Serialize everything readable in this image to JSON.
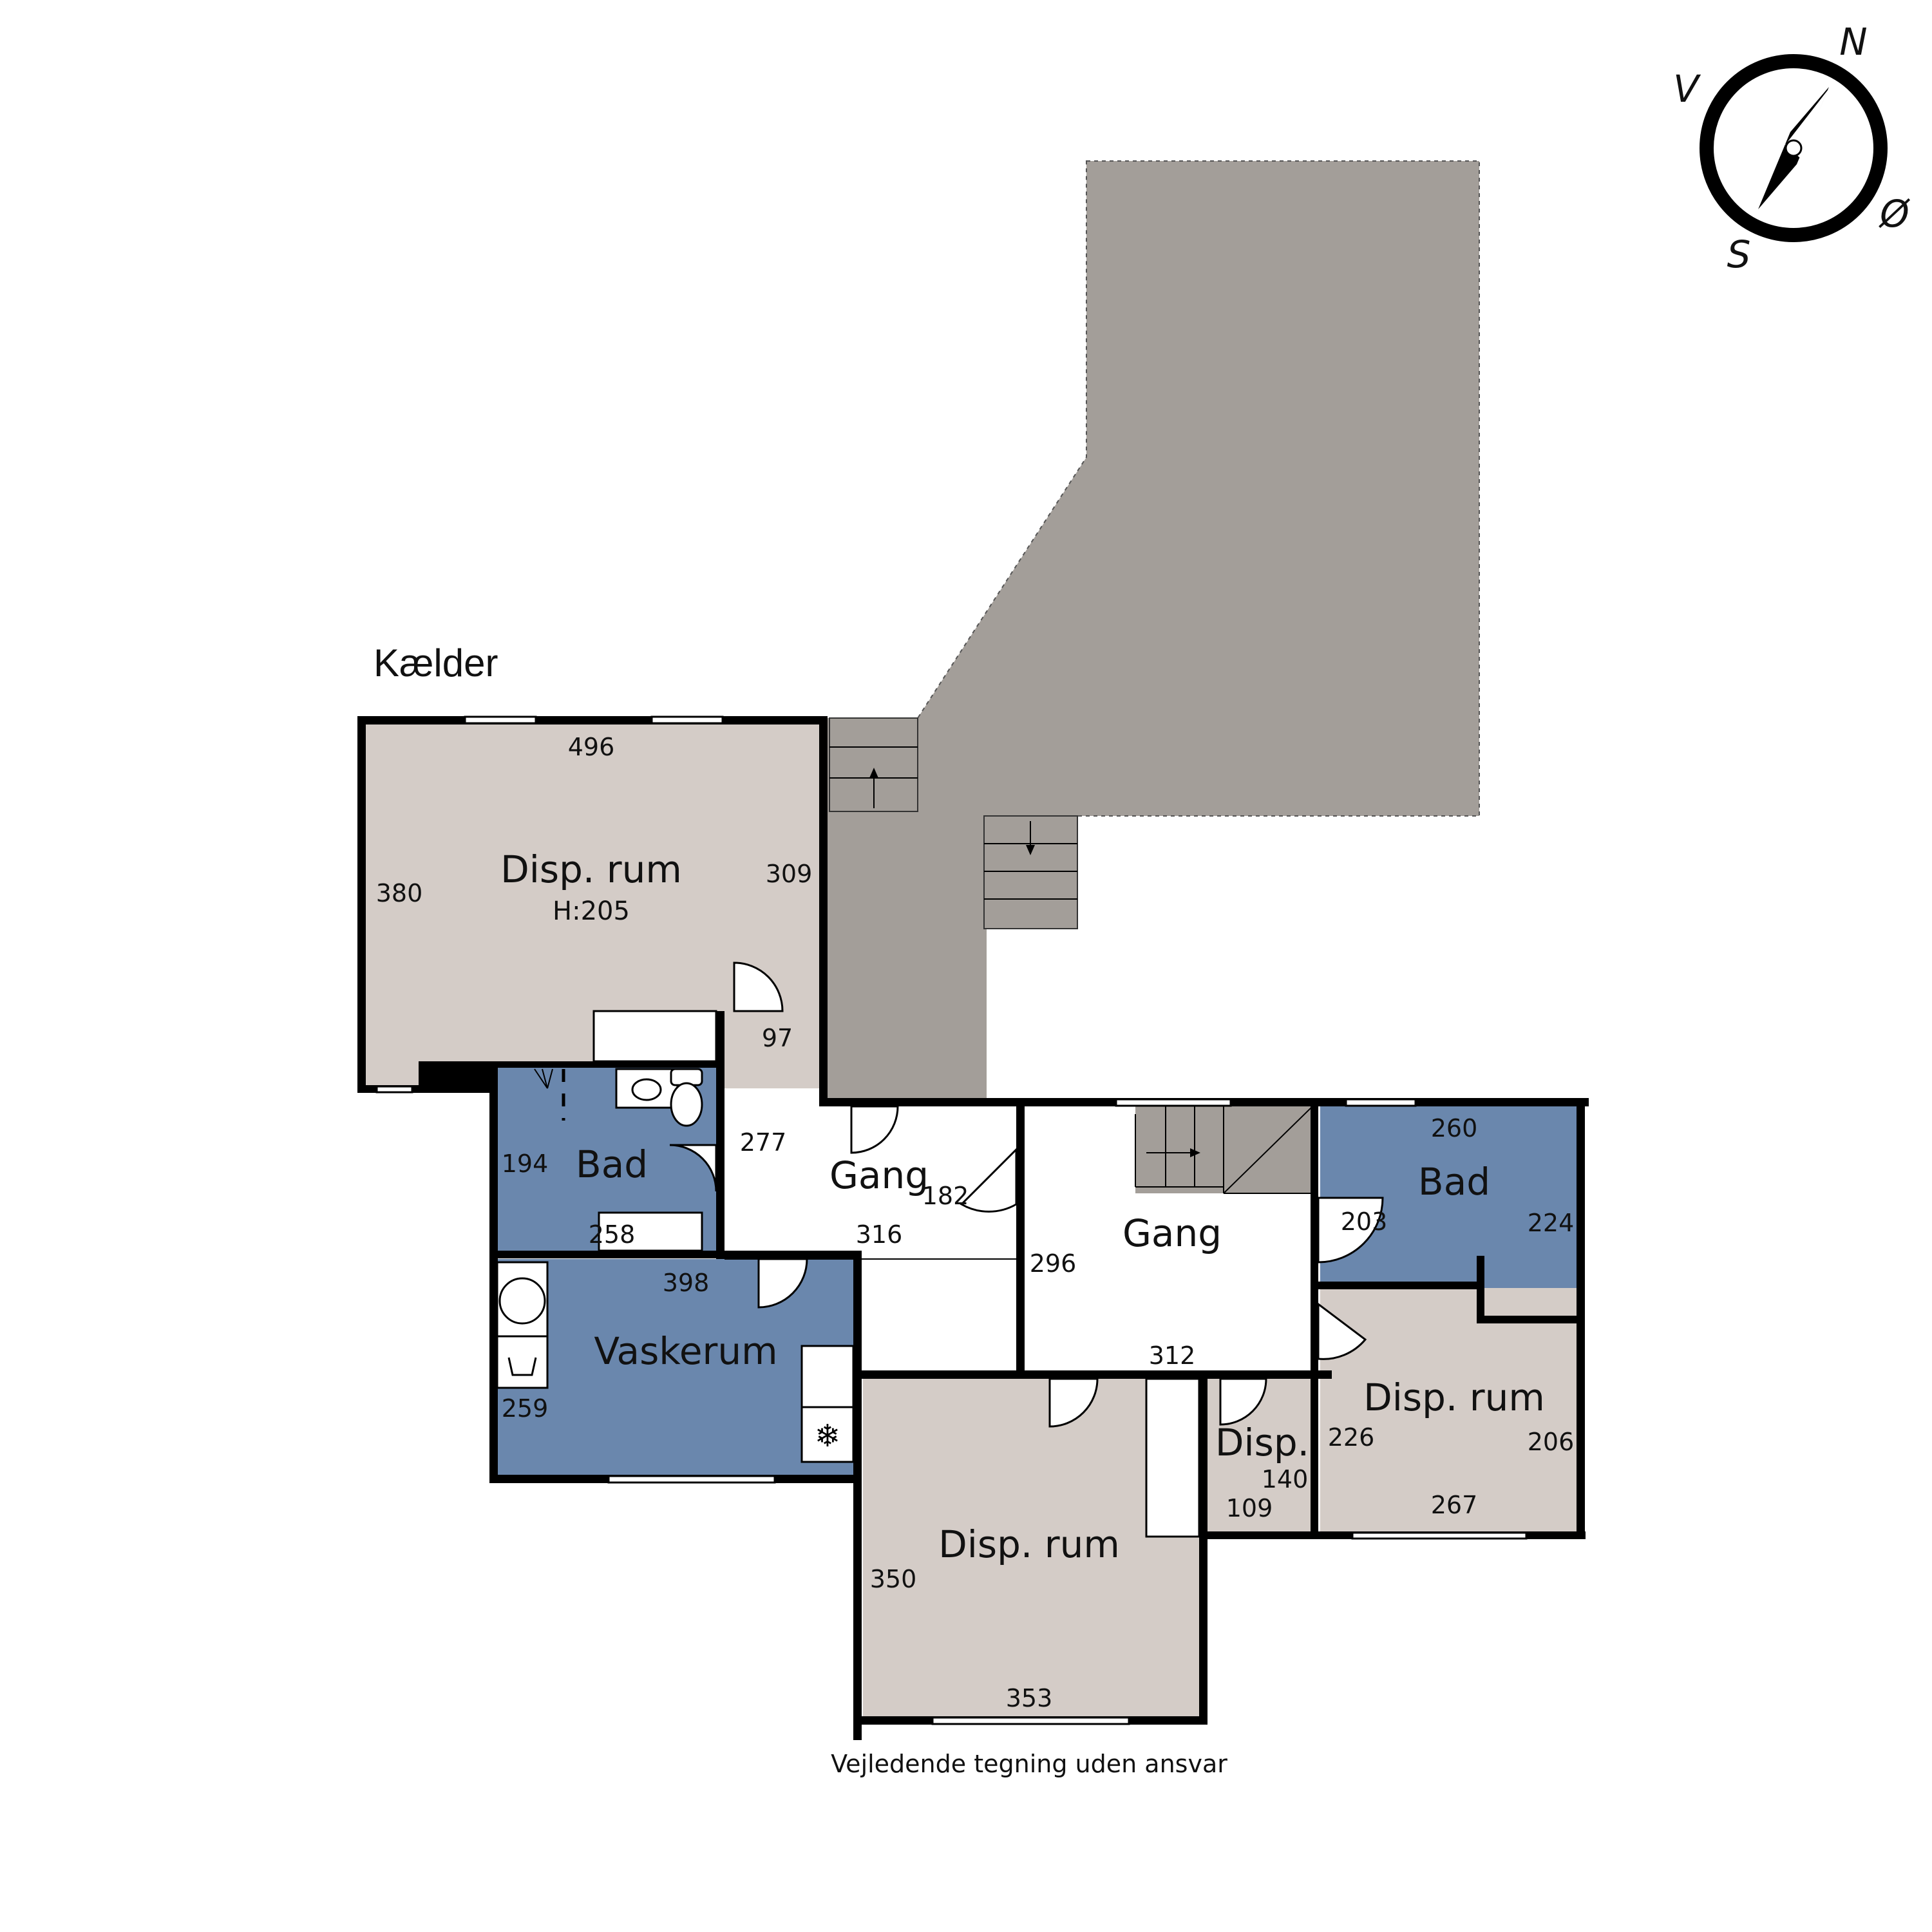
{
  "floor": {
    "title": "Kælder"
  },
  "footnote": "Vejledende tegning uden ansvar",
  "colors": {
    "storage_room": "#d4ccc7",
    "wet_room": "#6a87ad",
    "outdoor": "#a39e99",
    "hallway": "#ffffff",
    "wall": "#000000"
  },
  "compass": {
    "north": "N",
    "south": "S",
    "east": "Ø",
    "west": "V",
    "icon": "compass-icon"
  },
  "rooms": {
    "disp1": {
      "name": "Disp. rum",
      "sub": "H:205",
      "dims": [
        "496",
        "380",
        "309"
      ]
    },
    "bad1": {
      "name": "Bad",
      "dims": [
        "194",
        "258"
      ]
    },
    "gang1": {
      "name": "Gang",
      "dims": [
        "97",
        "277",
        "182",
        "316"
      ]
    },
    "vask": {
      "name": "Vaskerum",
      "dims": [
        "398",
        "259"
      ]
    },
    "gang2": {
      "name": "Gang",
      "dims": [
        "296",
        "312",
        "203"
      ]
    },
    "bad2": {
      "name": "Bad",
      "dims": [
        "260",
        "224"
      ]
    },
    "disp2": {
      "name": "Disp. rum",
      "dims": [
        "226",
        "206",
        "267"
      ]
    },
    "disp3": {
      "name": "Disp.",
      "dims": [
        "140",
        "109"
      ]
    },
    "disp4": {
      "name": "Disp. rum",
      "dims": [
        "350",
        "353"
      ]
    }
  }
}
